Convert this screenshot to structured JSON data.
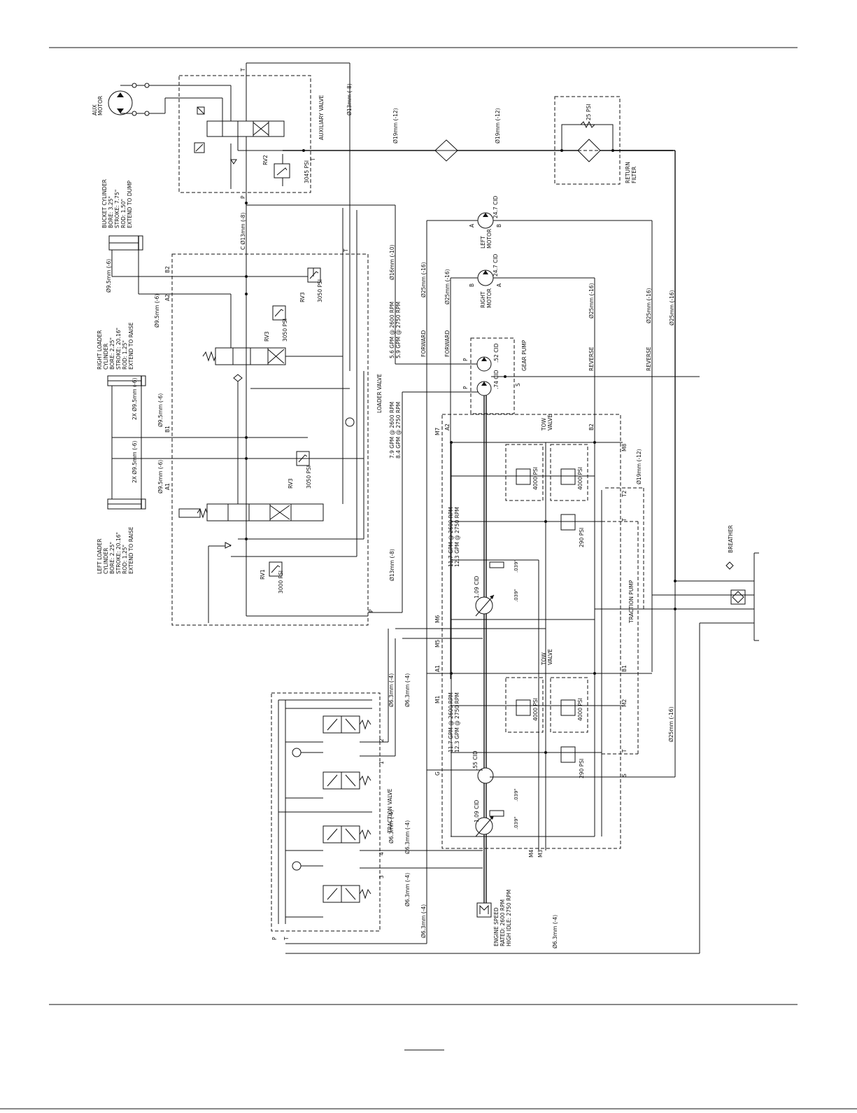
{
  "components": {
    "aux_motor": "AUX MOTOR",
    "auxiliary_valve": "AUXILIARY VALVE",
    "rv2": "RV2",
    "rv2_psi": "3045 PSI",
    "bucket_cylinder": [
      "BUCKET CYLINDER",
      "BORE: 3.25\"",
      "STROKE: 7.75\"",
      "ROD: 1.50\"",
      "EXTEND TO DUMP"
    ],
    "right_loader_cylinder": [
      "RIGHT LOADER",
      "CYLINDER",
      "BORE: 2.25\"",
      "STROKE: 20.16\"",
      "ROD: 1.25\"",
      "EXTEND TO RAISE"
    ],
    "left_loader_cylinder": [
      "LEFT LOADER",
      "CYLINDER",
      "BORE: 2.25\"",
      "STROKE: 20.16\"",
      "ROD: 1.25\"",
      "EXTEND TO RAISE"
    ],
    "loader_valve": "LOADER VALVE",
    "rv3": "RV3",
    "rv3_psi": "3050 PSI",
    "rv1": "RV1",
    "rv1_psi": "3000 PSI",
    "return_filter": [
      "RETURN",
      "FILTER"
    ],
    "filter_psi": "25 PSI",
    "left_motor": [
      "LEFT",
      "MOTOR"
    ],
    "right_motor": [
      "RIGHT",
      "MOTOR"
    ],
    "motor_cid": "24.7 CID",
    "gear_pump": "GEAR PUMP",
    "gear_pump_cid_1": ".52 CID",
    "gear_pump_cid_2": ".74 CID",
    "traction_pump": "TRACTION PUMP",
    "traction_valve": "TRACTION VALVE",
    "tow_valve": [
      "TOW",
      "VALVE"
    ],
    "relief_4000": "4000 PSI",
    "relief_290": "290 PSI",
    "pump_cid": "1.09 CID",
    "charge_cid": ".55 CID",
    "orifice": ".039\"",
    "breather": "BREATHER",
    "engine_speed": [
      "ENGINE SPEED",
      "RATED: 2600 RPM",
      "HIGH IDLE: 2750 RPM"
    ]
  },
  "lines": {
    "d19_12": "Ø19mm (-12)",
    "d13_8": "Ø13mm (-8)",
    "c_d13_8": "C Ø13mm (-8)",
    "d16_10": "Ø16mm (-10)",
    "d25_16": "Ø25mm (-16)",
    "d9_5_6": "Ø9.5mm (-6)",
    "two_x_d9_5_6": "2X Ø9.5mm (-6)",
    "d6_3_4": "Ø6.3mm (-4)",
    "flow_gear_1": [
      "5.6 GPM @ 2600 RPM",
      "5.9 GPM @ 2750 RPM"
    ],
    "flow_gear_2": [
      "7.9 GPM @ 2600 RPM",
      "8.4 GPM @ 2750 RPM"
    ],
    "flow_traction": [
      "11.7 GPM @ 2600 RPM",
      "12.3 GPM @ 2750 RPM"
    ],
    "forward": "FORWARD",
    "reverse": "REVERSE"
  },
  "ports": {
    "P": "P",
    "T": "T",
    "A": "A",
    "B": "B",
    "S": "S",
    "G": "G",
    "A1": "A1",
    "A2": "A2",
    "B1": "B1",
    "B2": "B2",
    "M1": "M1",
    "M2": "M2",
    "M3": "M3",
    "M4": "M4",
    "M5": "M5",
    "M6": "M6",
    "M7": "M7",
    "M8": "M8",
    "T1": "T1",
    "T2": "T2",
    "n1": "1",
    "n2": "2",
    "n3": "3",
    "n4": "4"
  }
}
